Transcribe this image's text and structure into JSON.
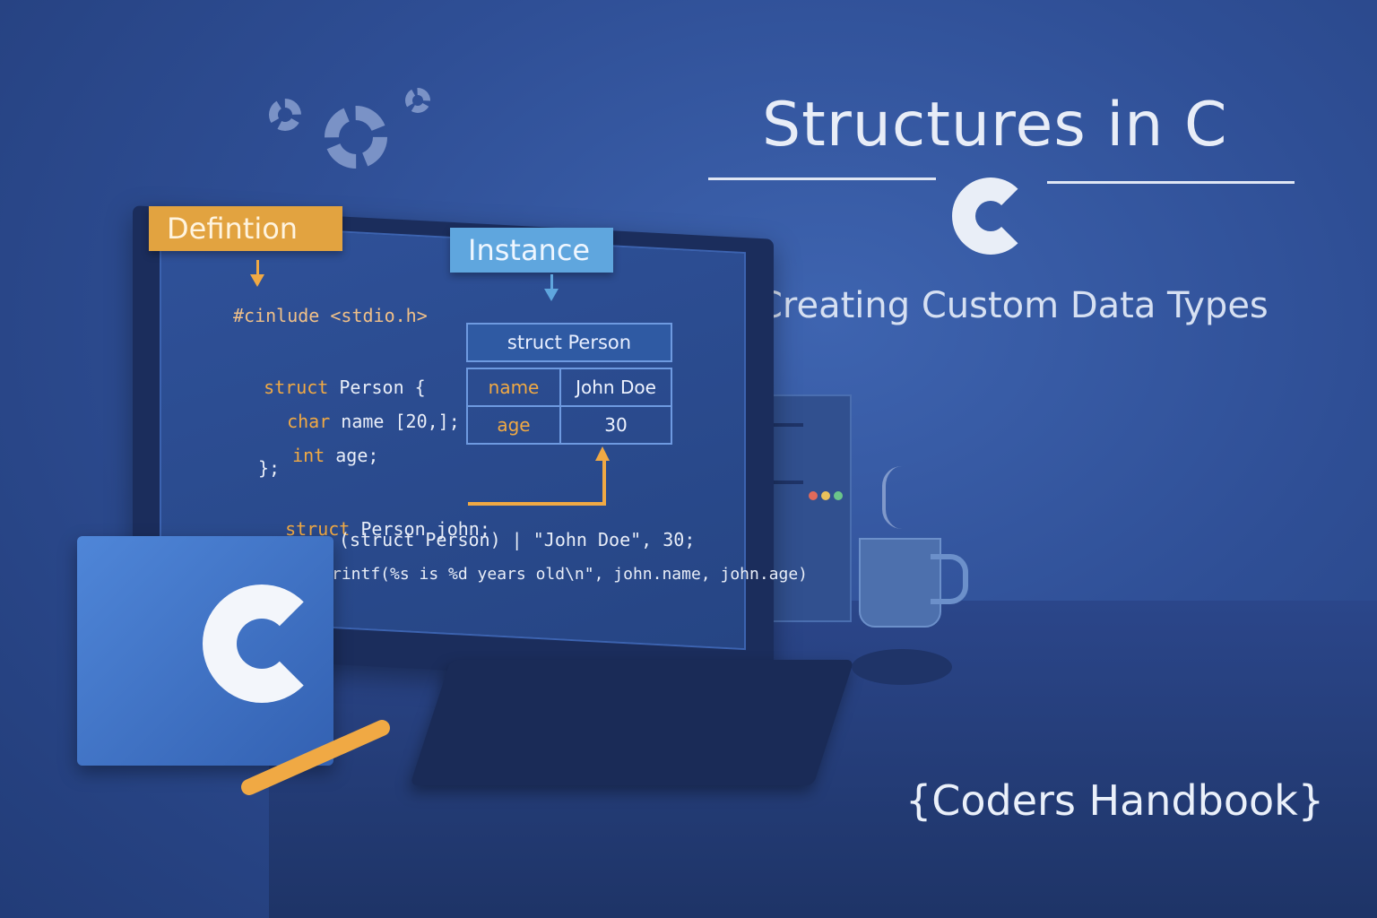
{
  "header": {
    "title": "Structures in C",
    "subtitle": "Creating Custom Data Types",
    "brand": "{Coders Handbook}"
  },
  "labels": {
    "definition": "Defintion",
    "instance": "Instance"
  },
  "code": {
    "line1": "#cinlude <stdio.h>",
    "line2_kw": "struct",
    "line2_rest": " Person {",
    "line3_kw": "char",
    "line3_rest": " name [20,];",
    "line4_kw": "int",
    "line4_rest": " age;",
    "line5": "};",
    "line6_kw": "struct",
    "line6_rest": " Person john;",
    "line7": "(struct Person) | \"John Doe\", 30;",
    "line8": "rintf(%s is %d years old\\n\", john.name, john.age)"
  },
  "struct_table": {
    "header": "struct Person",
    "rows": [
      {
        "key": "name",
        "value": "John Doe"
      },
      {
        "key": "age",
        "value": "30"
      }
    ]
  },
  "colors": {
    "background": "#2f4f96",
    "accent_orange": "#f0a944",
    "accent_blue": "#5fa6de",
    "text_light": "#e8edf7"
  },
  "icons": {
    "logo": "c-language-logo",
    "gears": "gear-icon"
  }
}
